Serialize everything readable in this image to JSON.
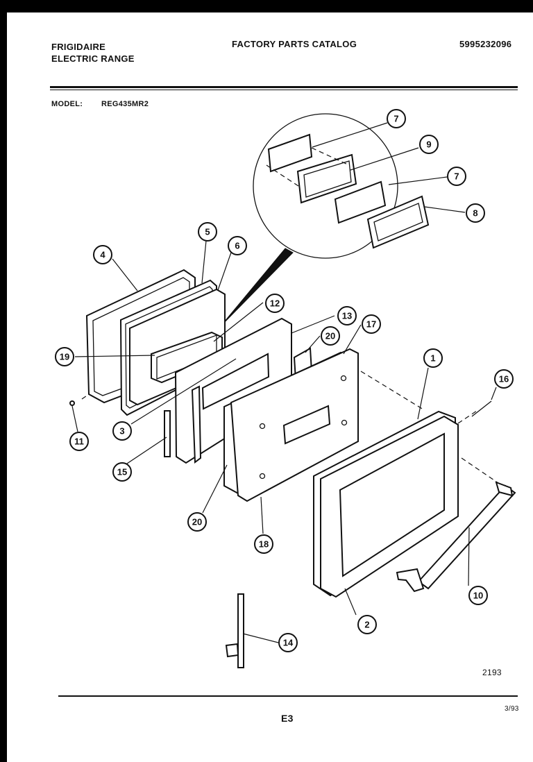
{
  "header": {
    "brand": "FRIGIDAIRE",
    "product": "ELECTRIC RANGE",
    "catalog_title": "FACTORY PARTS CATALOG",
    "catalog_number": "5995232096",
    "model_label": "MODEL:",
    "model_value": "REG435MR2"
  },
  "diagram": {
    "callouts": [
      "1",
      "2",
      "3",
      "4",
      "5",
      "6",
      "7",
      "7",
      "8",
      "9",
      "10",
      "11",
      "12",
      "13",
      "14",
      "15",
      "16",
      "17",
      "18",
      "19",
      "20",
      "20"
    ],
    "drawing_number": "2193"
  },
  "footer": {
    "page_code": "E3",
    "date_code": "3/93"
  }
}
